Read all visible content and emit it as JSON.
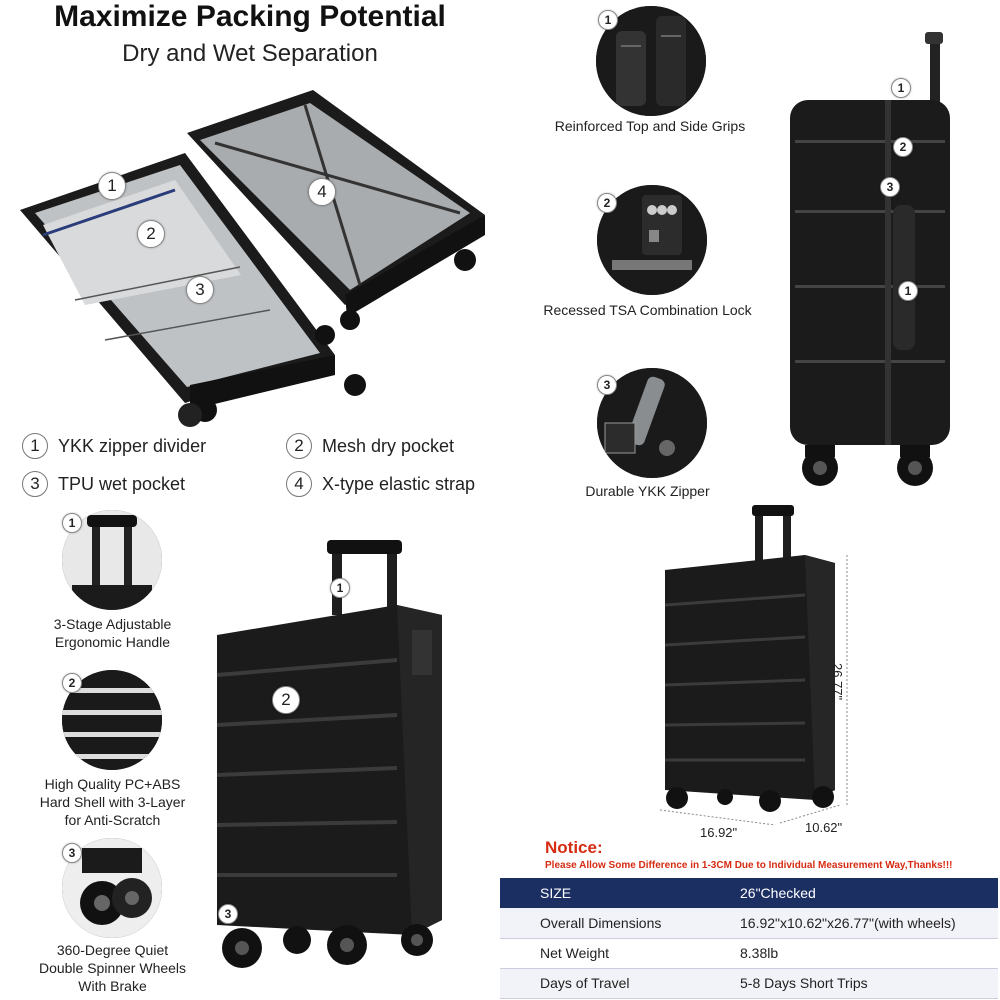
{
  "header": {
    "title": "Maximize Packing Potential",
    "subtitle": "Dry and Wet Separation"
  },
  "interior_badges": [
    "1",
    "2",
    "3",
    "4"
  ],
  "interior_features": [
    {
      "num": "1",
      "label": "YKK zipper divider"
    },
    {
      "num": "2",
      "label": "Mesh dry pocket"
    },
    {
      "num": "3",
      "label": "TPU wet pocket"
    },
    {
      "num": "4",
      "label": "X-type elastic strap"
    }
  ],
  "top_right_features": [
    {
      "num": "1",
      "label": "Reinforced Top and Side Grips"
    },
    {
      "num": "2",
      "label": "Recessed TSA Combination Lock"
    },
    {
      "num": "3",
      "label": "Durable YKK Zipper"
    }
  ],
  "side_suitcase_badges": [
    "1",
    "2",
    "3",
    "1"
  ],
  "left_features": [
    {
      "num": "1",
      "label_lines": [
        "3-Stage Adjustable",
        "Ergonomic Handle"
      ]
    },
    {
      "num": "2",
      "label_lines": [
        "High Quality PC+ABS",
        "Hard Shell with 3-Layer",
        "for Anti-Scratch"
      ]
    },
    {
      "num": "3",
      "label_lines": [
        "360-Degree Quiet",
        "Double Spinner Wheels",
        "With Brake"
      ]
    }
  ],
  "front_suitcase_badges": [
    "1",
    "2",
    "3"
  ],
  "dimensions": {
    "height": "26.77\"",
    "width": "16.92\"",
    "depth": "10.62\""
  },
  "notice": {
    "title": "Notice:",
    "text": "Please Allow Some Difference in 1-3CM Due to Individual Measurement Way,Thanks!!!"
  },
  "specs": {
    "header": {
      "key": "SIZE",
      "value": "26\"Checked"
    },
    "rows": [
      {
        "key": "Overall Dimensions",
        "value": "16.92\"x10.62\"x26.77\"(with wheels)"
      },
      {
        "key": "Net Weight",
        "value": "8.38lb"
      },
      {
        "key": "Days of Travel",
        "value": "5-8 Days Short Trips"
      }
    ]
  },
  "colors": {
    "shell": "#1b1b1b",
    "lining": "#c8cacc",
    "table_header": "#1c2f63",
    "notice": "#d62b12"
  }
}
